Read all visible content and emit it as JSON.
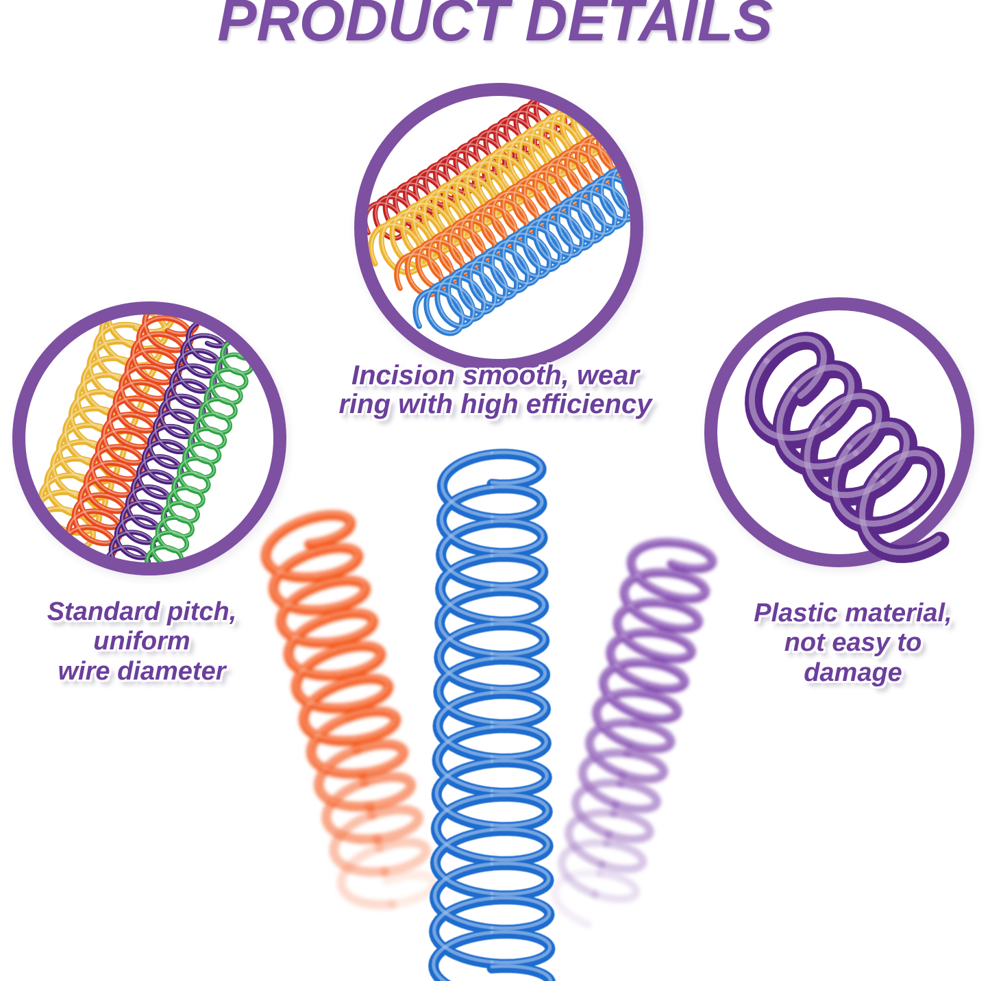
{
  "title": "PRODUCT DETAILS",
  "callouts": {
    "incision": {
      "lines": [
        "Incision smooth, wear",
        "ring with high efficiency"
      ]
    },
    "pitch": {
      "lines": [
        "Standard pitch,",
        "uniform",
        "wire diameter"
      ]
    },
    "material": {
      "lines": [
        "Plastic material,",
        "not easy to",
        "damage"
      ]
    }
  },
  "colors": {
    "background": "#ffffff",
    "title_text": "#7b4fa3",
    "caption_text": "#6b3f9b",
    "circle_ring": "#7d50a1",
    "top_circle_coils": [
      "#c51e1c",
      "#edb32b",
      "#ed671c",
      "#2b7cd4"
    ],
    "left_circle_coils": [
      "#e9b42d",
      "#e8481a",
      "#4a1e7d",
      "#2aa33f"
    ],
    "right_circle_coil": [
      "#5c2b8a"
    ],
    "bottom_coils": [
      "#f4571b",
      "#1e6cce",
      "#8148ae"
    ]
  }
}
